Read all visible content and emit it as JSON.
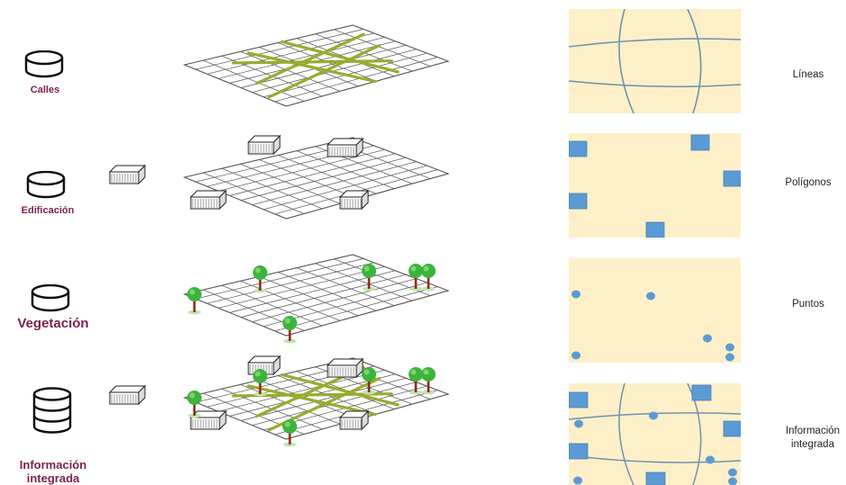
{
  "layers": [
    {
      "name": "Calles",
      "type": "Líneas"
    },
    {
      "name": "Edificación",
      "type": "Polígonos"
    },
    {
      "name": "Vegetación",
      "type": "Puntos"
    },
    {
      "name": "Información integrada",
      "type": "Información integrada"
    }
  ],
  "colors": {
    "label": "#7a1f4f",
    "panel_bg": "#fdf0c8",
    "line_blue": "#6e94ae",
    "poly_blue": "#5b9bd5",
    "street_green": "#9aab2e",
    "tree_green": "#3cb43c"
  }
}
